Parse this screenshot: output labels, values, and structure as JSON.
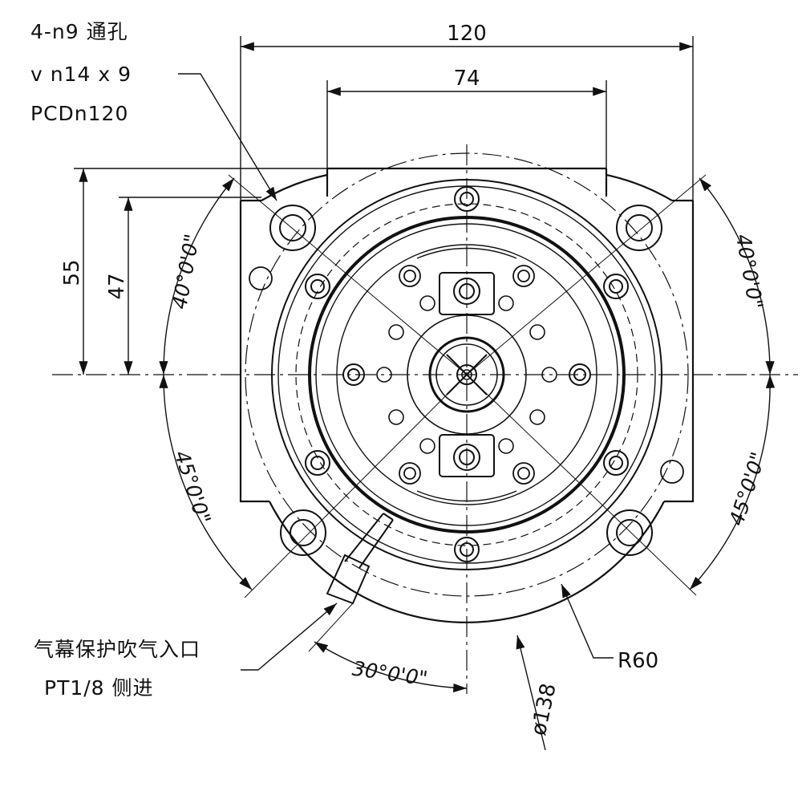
{
  "notes": {
    "hole_line1": "4-n9 通孔",
    "hole_line2": "v n14 x 9",
    "hole_line3": "PCDn120",
    "air_line1": "气幕保护吹气入口",
    "air_line2": "PT1/8  侧进"
  },
  "dimensions": {
    "width_120": "120",
    "width_74": "74",
    "height_55": "55",
    "height_47": "47",
    "radius": "R60",
    "diameter": "ø138"
  },
  "angles": {
    "top_left": "40°0'0\"",
    "top_right": "40°0'0\"",
    "bottom_left": "45°0'0\"",
    "bottom_right": "45°0'0\"",
    "bottom": "30°0'0\""
  }
}
